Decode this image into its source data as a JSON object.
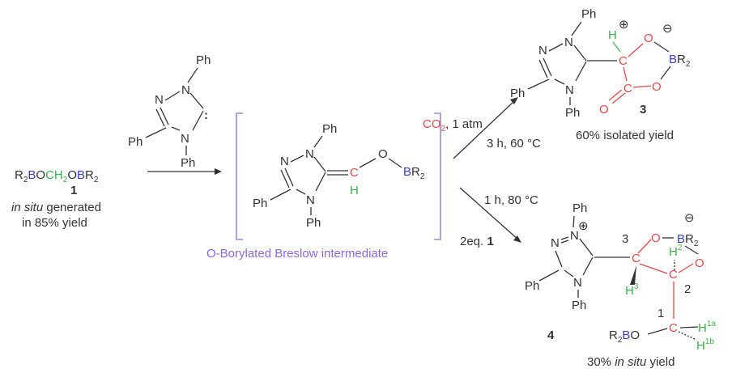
{
  "atoms": {
    "ph": "Ph",
    "n": "N",
    "o": "O",
    "c": "C",
    "h": "H",
    "b": "B",
    "r": "R",
    "sub2": "2",
    "plus": "⊕",
    "minus": "⊖",
    "carbene": ":"
  },
  "reactant": {
    "formula": {
      "r2": "R",
      "sub2a": "2",
      "b1": "B",
      "o1": "O",
      "ch": "CH",
      "sub2b": "2",
      "o2": "O",
      "b2": "B",
      "r": "R",
      "sub2c": "2"
    },
    "number": "1",
    "note_italic": "in situ",
    "note_rest": " generated",
    "note_line2": "in 85% yield"
  },
  "intermediate": {
    "label": "O-Borylated Breslow intermediate"
  },
  "upper_arrow": {
    "reagent": "CO",
    "reagent_sub": "2",
    "reagent_rest": ", 1 atm",
    "conditions": "3 h, 60 °C"
  },
  "lower_arrow": {
    "conditions": "1 h, 80 °C",
    "equiv_text": "2eq. ",
    "equiv_compound": "1"
  },
  "product3": {
    "number": "3",
    "yield": "60% isolated yield"
  },
  "product4": {
    "number": "4",
    "yield_pre": "30% ",
    "yield_italic": "in situ",
    "yield_post": " yield",
    "locant1": "1",
    "locant2": "2",
    "locant3": "3",
    "h1a": "1a",
    "h1b": "1b",
    "h2": "2",
    "h3": "3",
    "r2bo": {
      "r": "R",
      "sub": "2",
      "bo": "BO"
    }
  }
}
